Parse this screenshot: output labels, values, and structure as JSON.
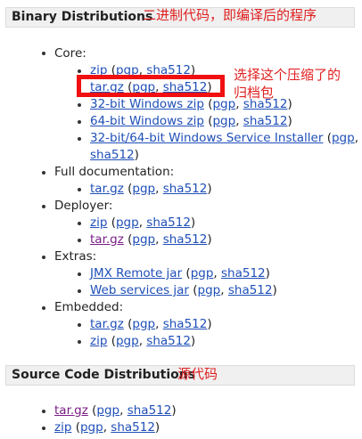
{
  "sections": {
    "binary": {
      "title": "Binary Distributions",
      "annotation": "二进制代码，即编译后的程序"
    },
    "source": {
      "title": "Source Code Distributions",
      "annotation": "源代码"
    }
  },
  "highlight_annotation": {
    "line1": "选择这个压缩了的",
    "line2": "归档包"
  },
  "categories": {
    "core": "Core:",
    "full_doc": "Full documentation:",
    "deployer": "Deployer:",
    "extras": "Extras:",
    "embedded": "Embedded:"
  },
  "links": {
    "core_zip": "zip",
    "core_targz": "tar.gz",
    "core_32zip": "32-bit Windows zip",
    "core_64zip": "64-bit Windows zip",
    "core_installer": "32-bit/64-bit Windows Service Installer",
    "fulldoc_targz": "tar.gz",
    "deployer_zip": "zip",
    "deployer_targz": "tar.gz",
    "extras_jmx": "JMX Remote jar",
    "extras_ws": "Web services jar",
    "embedded_targz": "tar.gz",
    "embedded_zip": "zip",
    "src_targz": "tar.gz",
    "src_zip": "zip",
    "pgp": "pgp",
    "sha512": "sha512"
  },
  "punct": {
    "open": " (",
    "comma": ", ",
    "close": ")"
  },
  "colors": {
    "link": "#1f4fb8",
    "visited": "#7a1e86",
    "annotation": "#e02020",
    "highlight_box": "#f01010"
  }
}
